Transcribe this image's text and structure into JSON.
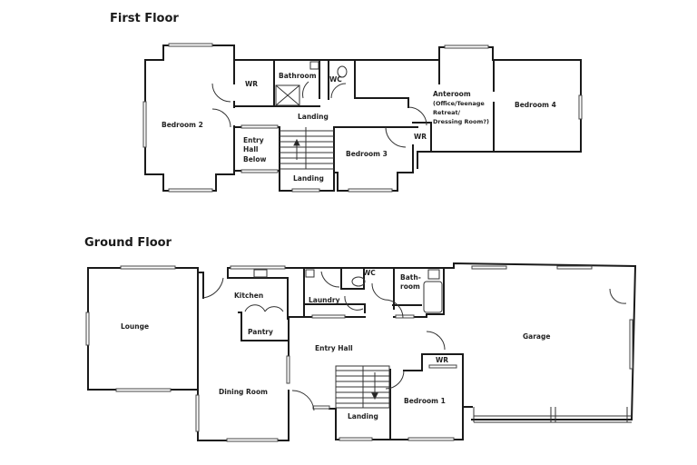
{
  "titles": {
    "first_floor": "First Floor",
    "ground_floor": "Ground Floor"
  },
  "first_floor": {
    "rooms": {
      "bedroom2": "Bedroom 2",
      "wr": "WR",
      "bathroom": "Bathroom",
      "wc": "WC",
      "landing": "Landing",
      "entry_hall_below_1": "Entry",
      "entry_hall_below_2": "Hall",
      "entry_hall_below_3": "Below",
      "landing_stairs": "Landing",
      "bedroom3": "Bedroom 3",
      "anteroom": "Anteroom",
      "anteroom_note_1": "(Office/Teenage",
      "anteroom_note_2": "Retreat/",
      "anteroom_note_3": "Dressing Room?)",
      "wr2": "WR",
      "bedroom4": "Bedroom 4"
    }
  },
  "ground_floor": {
    "rooms": {
      "lounge": "Lounge",
      "kitchen": "Kitchen",
      "pantry": "Pantry",
      "dining_room": "Dining Room",
      "laundry": "Laundry",
      "wc": "WC",
      "bathroom_1": "Bath-",
      "bathroom_2": "room",
      "entry_hall": "Entry Hall",
      "landing": "Landing",
      "bedroom1": "Bedroom 1",
      "wr": "WR",
      "garage": "Garage"
    }
  },
  "colors": {
    "wall": "#1a1a1a",
    "background": "#ffffff"
  }
}
